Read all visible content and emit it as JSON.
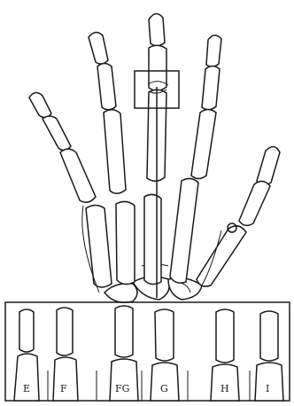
{
  "figure": {
    "panel_labels": [
      "E",
      "F",
      "FG",
      "G",
      "H",
      "I"
    ]
  }
}
